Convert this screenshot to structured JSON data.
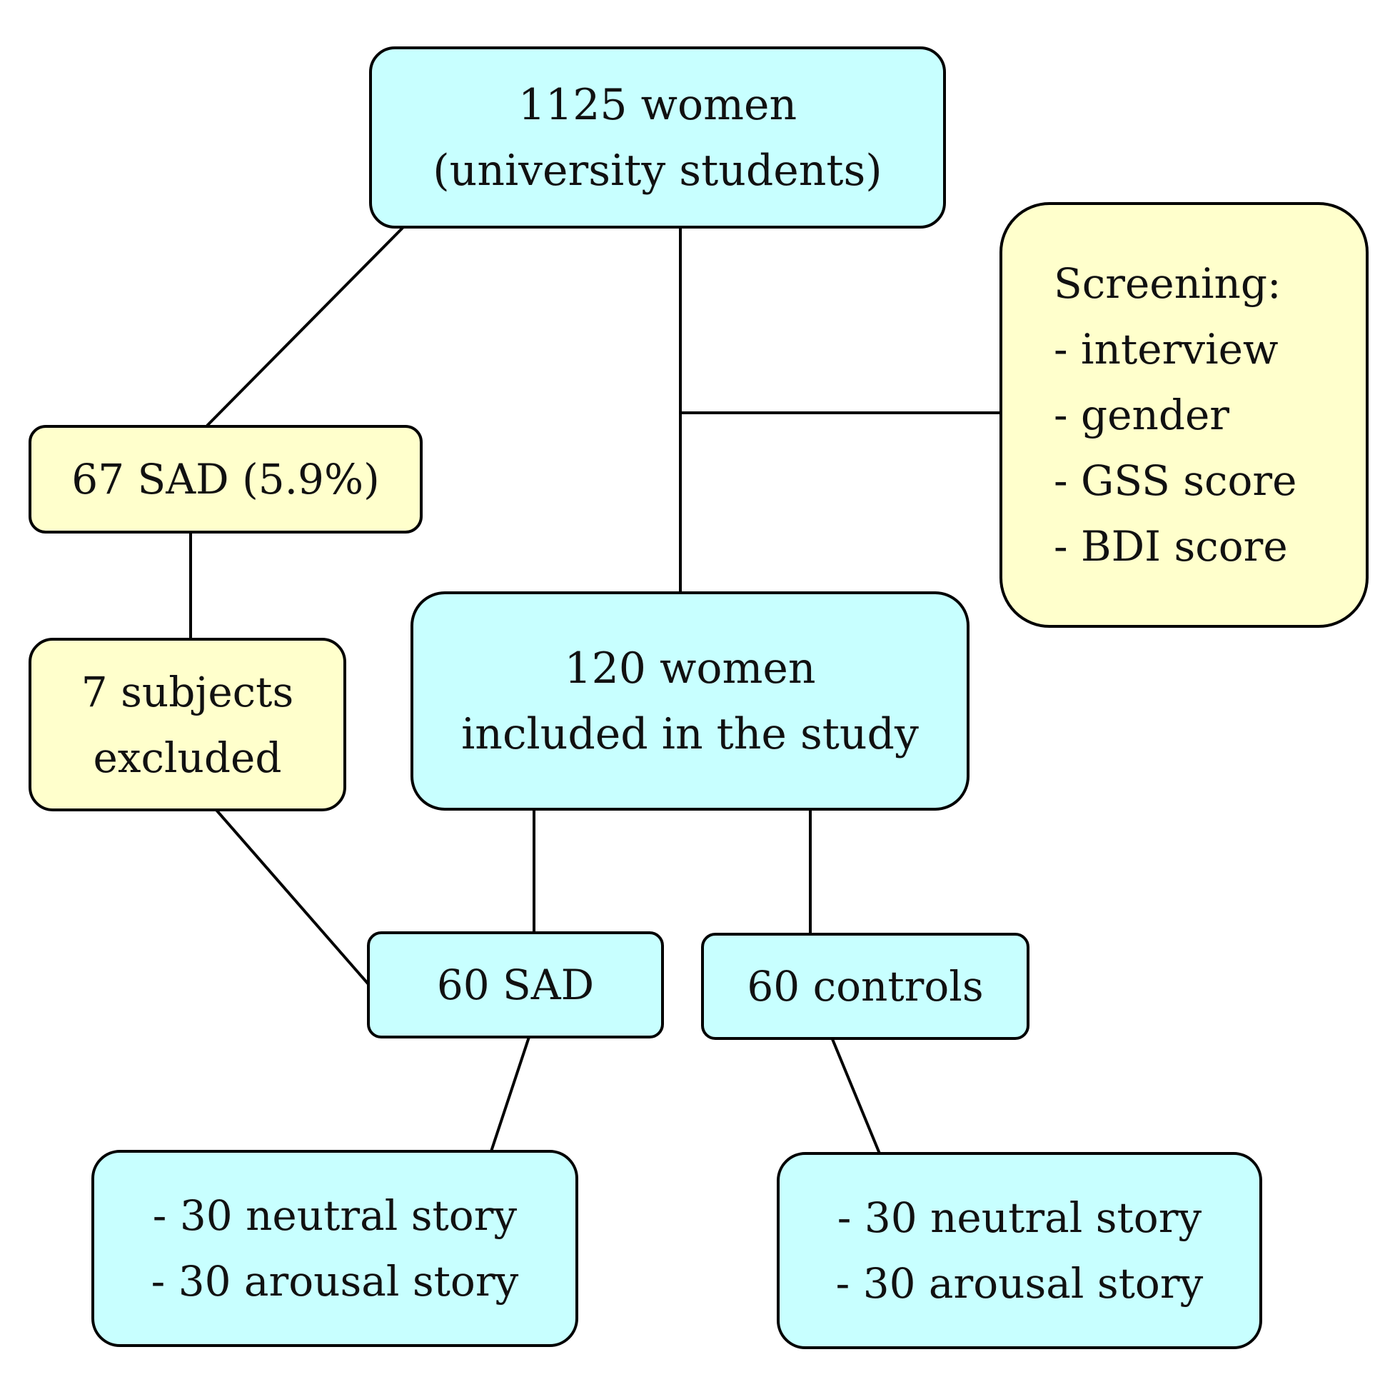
{
  "nodes": {
    "total": {
      "lines": [
        "1125 women",
        "(university students)"
      ]
    },
    "screening": {
      "lines": [
        "Screening:",
        "- interview",
        "- gender",
        "- GSS score",
        "- BDI score"
      ]
    },
    "sad_identified": {
      "lines": [
        "67 SAD (5.9%)"
      ]
    },
    "excluded": {
      "lines": [
        "7 subjects",
        "excluded"
      ]
    },
    "included": {
      "lines": [
        "120 women",
        "included in the study"
      ]
    },
    "sad_group": {
      "lines": [
        "60 SAD"
      ]
    },
    "control_group": {
      "lines": [
        "60 controls"
      ]
    },
    "sad_stories": {
      "lines": [
        "- 30 neutral story",
        "- 30 arousal story"
      ]
    },
    "control_stories": {
      "lines": [
        "- 30 neutral story",
        "- 30 arousal story"
      ]
    }
  },
  "colors": {
    "cyan_fill": "#c8ffff",
    "yellow_fill": "#ffffcc",
    "stroke": "#000000"
  }
}
